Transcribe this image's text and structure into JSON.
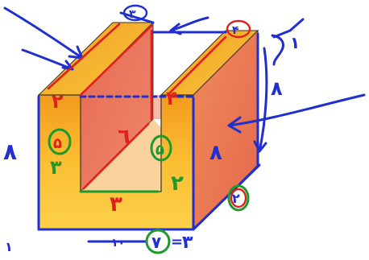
{
  "diagram": {
    "colors": {
      "front_face": "#f4a020",
      "front_face_light": "#fbc33a",
      "top_face": "#f6b830",
      "inner_face": "#e8705a",
      "inner_face_light": "#f08a6a",
      "blue_ink": "#1f2fd0",
      "red_ink": "#e0201c",
      "green_ink": "#1f9a2a",
      "outline": "#2a2a2a"
    },
    "labels": {
      "top_circled": "٣",
      "top_right_circled": "۴",
      "top_left_red": "٢",
      "inner_top_red": "۴",
      "inner_diag_red": "٦",
      "front_left_circled": "۵",
      "front_left_digit": "٣",
      "inner_right_circled": "۵",
      "inner_right_digit": "٢",
      "inner_bottom_red": "٣",
      "right_face_digit": "٨",
      "right_dim": "٨",
      "left_dim": "٨",
      "bottom_right_circled": "٢",
      "bottom_circled": "٧",
      "bottom_eq": "=",
      "bottom_three": "٣",
      "bottom_ten": "١٠",
      "top_tail_label": "١",
      "left_arrow_label": "١"
    },
    "icons": {
      "arrow_in_top": "arrow-icon",
      "arrow_right_in": "arrow-icon"
    }
  }
}
